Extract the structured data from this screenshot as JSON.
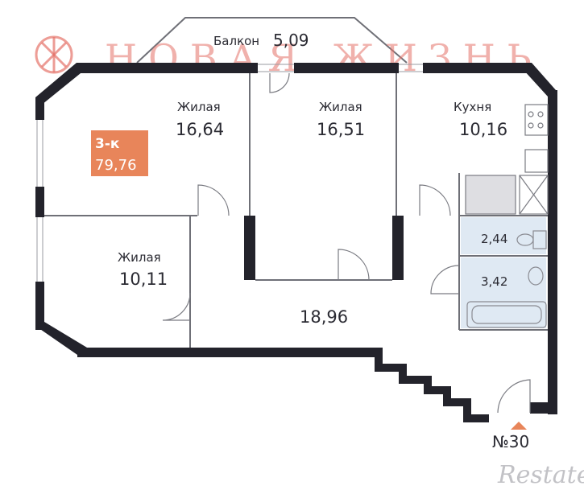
{
  "brand": {
    "name": "НОВАЯ ЖИЗНЬ",
    "watermark": "Restate",
    "accent_color": "#e8855a",
    "brand_color": "#e5736a"
  },
  "badge": {
    "rooms": "3-к",
    "total_area": "79,76"
  },
  "balcony": {
    "label": "Балкон",
    "area": "5,09"
  },
  "rooms": {
    "living1": {
      "label": "Жилая",
      "area": "16,64"
    },
    "living2": {
      "label": "Жилая",
      "area": "16,51"
    },
    "kitchen": {
      "label": "Кухня",
      "area": "10,16"
    },
    "living3": {
      "label": "Жилая",
      "area": "10,11"
    },
    "hall": {
      "area": "18,96"
    },
    "wc": {
      "area": "2,44"
    },
    "bath": {
      "area": "3,42"
    }
  },
  "apartment": {
    "number": "№30"
  },
  "colors": {
    "wall": "#23232b",
    "wet_zone": "#dfe9f3",
    "entrance_marker": "#e8855a"
  }
}
